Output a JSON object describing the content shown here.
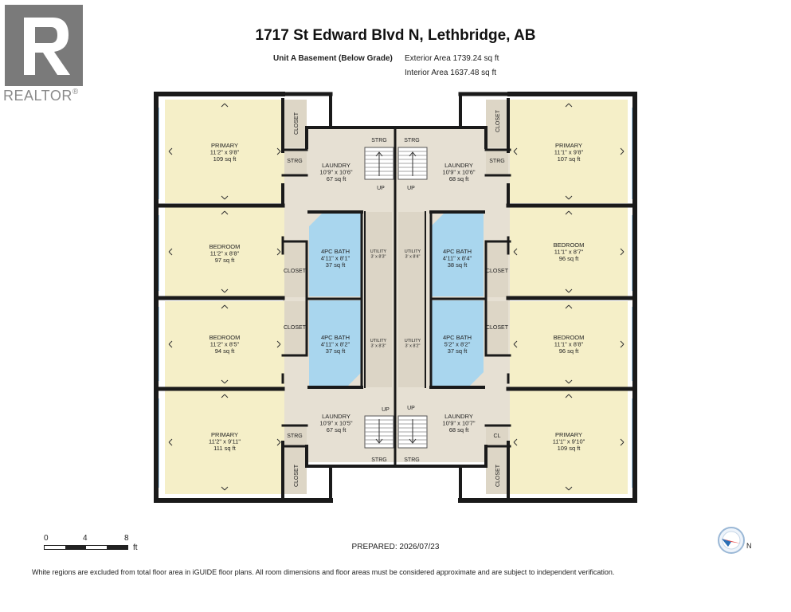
{
  "header": {
    "title": "1717 St Edward Blvd N, Lethbridge, AB",
    "unit_label": "Unit A Basement (Below Grade)",
    "exterior_area": "Exterior Area 1739.24 sq ft",
    "interior_area": "Interior Area 1637.48 sq ft"
  },
  "logo": {
    "text": "REALTOR",
    "symbol": "®"
  },
  "rooms": [
    {
      "name": "PRIMARY",
      "dims": "11'2\" x 9'8\"",
      "area": "109 sq ft"
    },
    {
      "name": "BEDROOM",
      "dims": "11'2\" x 8'8\"",
      "area": "97 sq ft"
    },
    {
      "name": "BEDROOM",
      "dims": "11'2\" x 8'5\"",
      "area": "94 sq ft"
    },
    {
      "name": "PRIMARY",
      "dims": "11'2\" x 9'11\"",
      "area": "111 sq ft"
    },
    {
      "name": "PRIMARY",
      "dims": "11'1\" x 9'8\"",
      "area": "107 sq ft"
    },
    {
      "name": "BEDROOM",
      "dims": "11'1\" x 8'7\"",
      "area": "96 sq ft"
    },
    {
      "name": "BEDROOM",
      "dims": "11'1\" x 8'8\"",
      "area": "96 sq ft"
    },
    {
      "name": "PRIMARY",
      "dims": "11'1\" x 9'10\"",
      "area": "109 sq ft"
    },
    {
      "name": "LAUNDRY",
      "dims": "10'9\" x 10'6\"",
      "area": "67 sq ft"
    },
    {
      "name": "LAUNDRY",
      "dims": "10'9\" x 10'6\"",
      "area": "68 sq ft"
    },
    {
      "name": "LAUNDRY",
      "dims": "10'9\" x 10'5\"",
      "area": "67 sq ft"
    },
    {
      "name": "LAUNDRY",
      "dims": "10'9\" x 10'7\"",
      "area": "68 sq ft"
    },
    {
      "name": "4PC BATH",
      "dims": "4'11\" x 8'1\"",
      "area": "37 sq ft"
    },
    {
      "name": "4PC BATH",
      "dims": "4'11\" x 8'4\"",
      "area": "38 sq ft"
    },
    {
      "name": "4PC BATH",
      "dims": "4'11\" x 8'2\"",
      "area": "37 sq ft"
    },
    {
      "name": "4PC BATH",
      "dims": "5'2\" x 8'2\"",
      "area": "37 sq ft"
    },
    {
      "name": "UTILITY",
      "dims": "3' x 8'3\""
    },
    {
      "name": "UTILITY",
      "dims": "3' x 8'4\""
    },
    {
      "name": "UTILITY",
      "dims": "3' x 8'3\""
    },
    {
      "name": "UTILITY",
      "dims": "3' x 8'2\""
    }
  ],
  "small_labels": {
    "closet": "CLOSET",
    "strg": "STRG",
    "cl": "CL",
    "up": "UP"
  },
  "scale": {
    "label_0": "0",
    "label_4": "4",
    "label_8": "8",
    "unit": "ft"
  },
  "prepared": "PREPARED: 2026/07/23",
  "compass": {
    "label": "N"
  },
  "footer": "White regions are excluded from total floor area in iGUIDE floor plans. All room dimensions and floor areas must be considered approximate and are subject to independent verification.",
  "colors": {
    "room_fill": "#f5efc8",
    "bath_fill": "#a9d6ee",
    "hall_fill": "#e6e0d3",
    "wall": "#1a1a1a",
    "window": "#4aa3df"
  }
}
